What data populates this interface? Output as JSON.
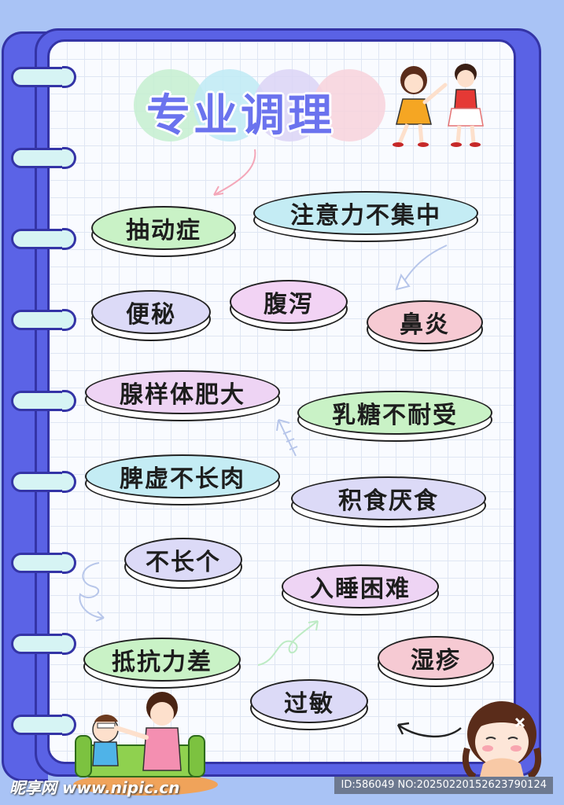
{
  "title": {
    "text": "专业调理",
    "circle_colors": [
      "#c6efd0",
      "#bfeaf5",
      "#dcd3f6",
      "#f8d2dc"
    ]
  },
  "tags": [
    {
      "label": "抽动症",
      "color": "#c9f2c6"
    },
    {
      "label": "注意力不集中",
      "color": "#c4ecf4"
    },
    {
      "label": "便秘",
      "color": "#dcdaf7"
    },
    {
      "label": "腹泻",
      "color": "#f2d3f4"
    },
    {
      "label": "鼻炎",
      "color": "#f6cad3"
    },
    {
      "label": "腺样体肥大",
      "color": "#eed4f4"
    },
    {
      "label": "乳糖不耐受",
      "color": "#c9f2c6"
    },
    {
      "label": "脾虚不长肉",
      "color": "#c4ecf4"
    },
    {
      "label": "积食厌食",
      "color": "#dcdaf7"
    },
    {
      "label": "不长个",
      "color": "#dcdaf7"
    },
    {
      "label": "入睡困难",
      "color": "#eed4f4"
    },
    {
      "label": "抵抗力差",
      "color": "#c9f2c6"
    },
    {
      "label": "湿疹",
      "color": "#f6cad3"
    },
    {
      "label": "过敏",
      "color": "#dcdaf7"
    }
  ],
  "watermark": {
    "logo": "昵享网 www.nipic.cn",
    "id_text": "ID:586049 NO:20250220152623790124"
  },
  "colors": {
    "notebook": "#5a62e5",
    "outline": "#3434a6",
    "title": "#6b73ee",
    "ring": "#d6f4f4"
  }
}
